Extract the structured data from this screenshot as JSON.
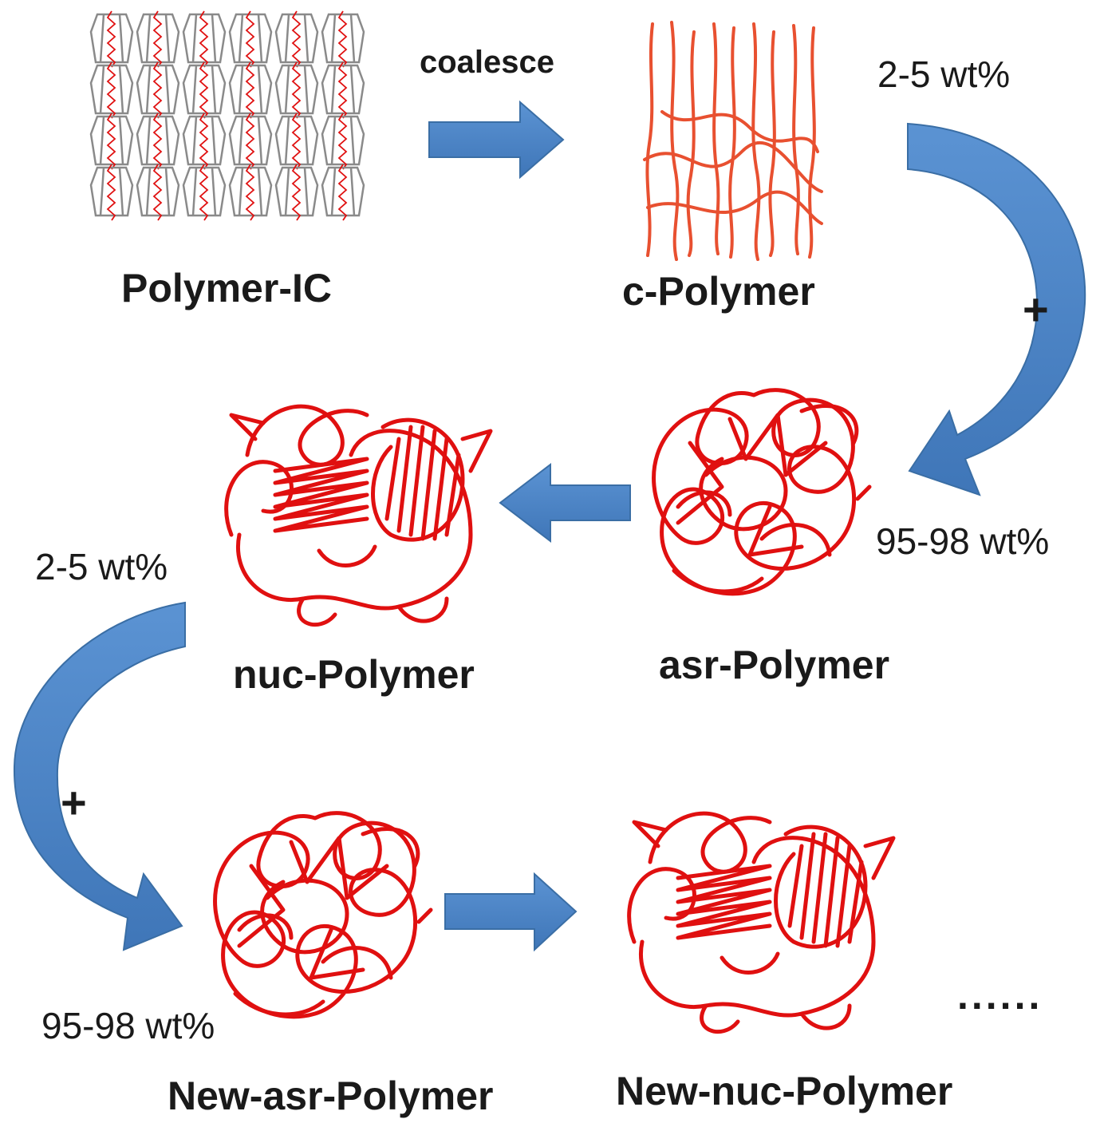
{
  "colors": {
    "arrow": "#4f86c6",
    "arrow_edge": "#3a6ea5",
    "polymer": "#e01010",
    "ic_frame": "#8a8a8a",
    "text": "#1a1a1a"
  },
  "labels": {
    "polymer_ic": "Polymer-IC",
    "coalesce": "coalesce",
    "c_polymer": "c-Polymer",
    "wt_top_right": "2-5 wt%",
    "plus_right": "+",
    "wt_mid_right": "95-98 wt%",
    "asr_polymer": "asr-Polymer",
    "nuc_polymer": "nuc-Polymer",
    "wt_mid_left": "2-5 wt%",
    "plus_left": "+",
    "wt_bottom_left": "95-98 wt%",
    "new_asr_polymer": "New-asr-Polymer",
    "new_nuc_polymer": "New-nuc-Polymer",
    "continuation": "......"
  }
}
